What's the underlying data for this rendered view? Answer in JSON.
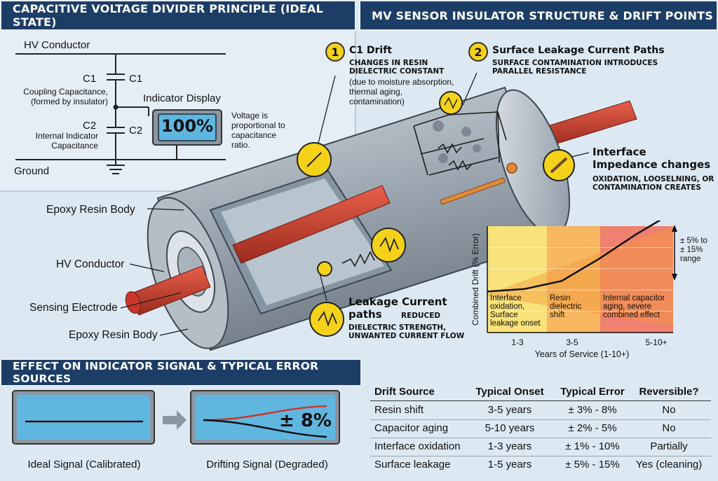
{
  "panels": {
    "principle_title": "CAPACITIVE VOLTAGE DIVIDER PRINCIPLE (IDEAL STATE)",
    "structure_title": "MV SENSOR INSULATOR STRUCTURE & DRIFT POINTS",
    "effect_title": "EFFECT ON INDICATOR SIGNAL & TYPICAL ERROR SOURCES"
  },
  "circuit": {
    "hv_conductor": "HV Conductor",
    "c1_left": "C1",
    "c1_right": "C1",
    "c1_desc": "Coupling Capacitance,\n(formed by insulator)",
    "c2_left": "C2",
    "c2_right": "C2",
    "c2_desc": "Internal Indicator\nCapacitance",
    "ground": "Ground",
    "indicator_label": "Indicator Display",
    "indicator_value": "100%",
    "voltage_note": "Voltage is\nproportional to\ncapacitance\nratio."
  },
  "sensor": {
    "epoxy_top": "Epoxy Resin Body",
    "hv_conductor": "HV Conductor",
    "sensing_electrode": "Sensing Electrode",
    "epoxy_bottom": "Epoxy Resin Body"
  },
  "annotations": {
    "c1_drift": {
      "badge": "1",
      "title": "C1 Drift",
      "sub": "CHANGES IN RESIN\nDIELECTRIC CONSTANT",
      "note": "(due to moisture absorption,\nthermal aging,\ncontamination)"
    },
    "surface_leakage": {
      "badge": "2",
      "title": "Surface Leakage Current Paths",
      "sub": "SURFACE CONTAMINATION INTRODUCES\nPARALLEL RESISTANCE"
    },
    "interface": {
      "title": "Interface\nImpedance changes",
      "sub": "OXIDATION, LOOSELNING, OR\nCONTAMINATION CREATES"
    },
    "leakage_paths": {
      "title": "Leakage Current\npaths",
      "sub_a": "REDUCED",
      "sub_b": "DIELECTRIC STRENGTH,\nUNWANTED CURRENT FLOW"
    }
  },
  "chart_data": {
    "type": "area",
    "ylabel": "Combined Drift (% Error)",
    "xlabel": "Years of Service (1-10+)",
    "x_ticks": [
      "1-3",
      "3-5",
      "5-10+"
    ],
    "zones": [
      {
        "label": "Interface\noxidation,\nSurface\nleakage onset",
        "color": "#f9e27a"
      },
      {
        "label": "Resin\ndielectric\nshift",
        "color": "#f7b760"
      },
      {
        "label": "Internal capacitor\naging, severe\ncombined effect",
        "color": "#f08070"
      }
    ],
    "range_note": "± 5% to\n± 15%\nrange",
    "curve": [
      0.9,
      1.3,
      2.5,
      5.8,
      9.5,
      12.8
    ],
    "ylim": [
      0,
      16
    ]
  },
  "signals": {
    "ideal_label": "Ideal Signal (Calibrated)",
    "drift_label": "Drifting Signal (Degraded)",
    "drift_value": "± 8%"
  },
  "table": {
    "headers": [
      "Drift Source",
      "Typical Onset",
      "Typical Error",
      "Reversible?"
    ],
    "rows": [
      [
        "Resin shift",
        "3-5 years",
        "± 3% - 8%",
        "No"
      ],
      [
        "Capacitor aging",
        "5-10 years",
        "± 2% - 5%",
        "No"
      ],
      [
        "Interface oxidation",
        "1-3 years",
        "± 1% - 10%",
        "Partially"
      ],
      [
        "Surface leakage",
        "1-5 years",
        "± 5% - 15%",
        "Yes (cleaning)"
      ]
    ]
  },
  "colors": {
    "banner": "#1c3d66",
    "conductor": "#c9382a",
    "badge": "#f5d21a",
    "display": "#5fb7e0"
  }
}
